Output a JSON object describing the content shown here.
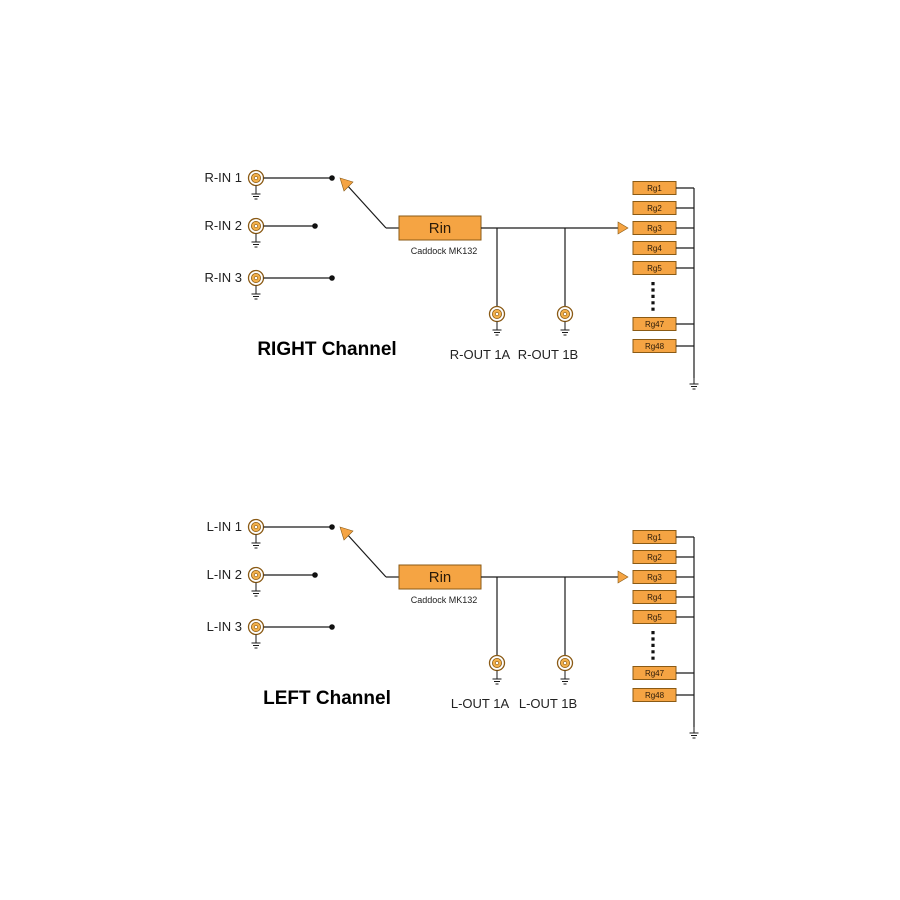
{
  "colors": {
    "resistor_fill": "#f5a443",
    "arrow_fill": "#f5a443"
  },
  "channels": [
    {
      "key": "right",
      "title": "RIGHT Channel",
      "inputs": [
        "R-IN 1",
        "R-IN 2",
        "R-IN 3"
      ],
      "rin_label": "Rin",
      "rin_model": "Caddock MK132",
      "outputs": [
        "R-OUT 1A",
        "R-OUT 1B"
      ],
      "ladder_top": [
        "Rg1",
        "Rg2",
        "Rg3",
        "Rg4",
        "Rg5"
      ],
      "ladder_bottom": [
        "Rg47",
        "Rg48"
      ]
    },
    {
      "key": "left",
      "title": "LEFT Channel",
      "inputs": [
        "L-IN 1",
        "L-IN 2",
        "L-IN 3"
      ],
      "rin_label": "Rin",
      "rin_model": "Caddock MK132",
      "outputs": [
        "L-OUT 1A",
        "L-OUT 1B"
      ],
      "ladder_top": [
        "Rg1",
        "Rg2",
        "Rg3",
        "Rg4",
        "Rg5"
      ],
      "ladder_bottom": [
        "Rg47",
        "Rg48"
      ]
    }
  ]
}
